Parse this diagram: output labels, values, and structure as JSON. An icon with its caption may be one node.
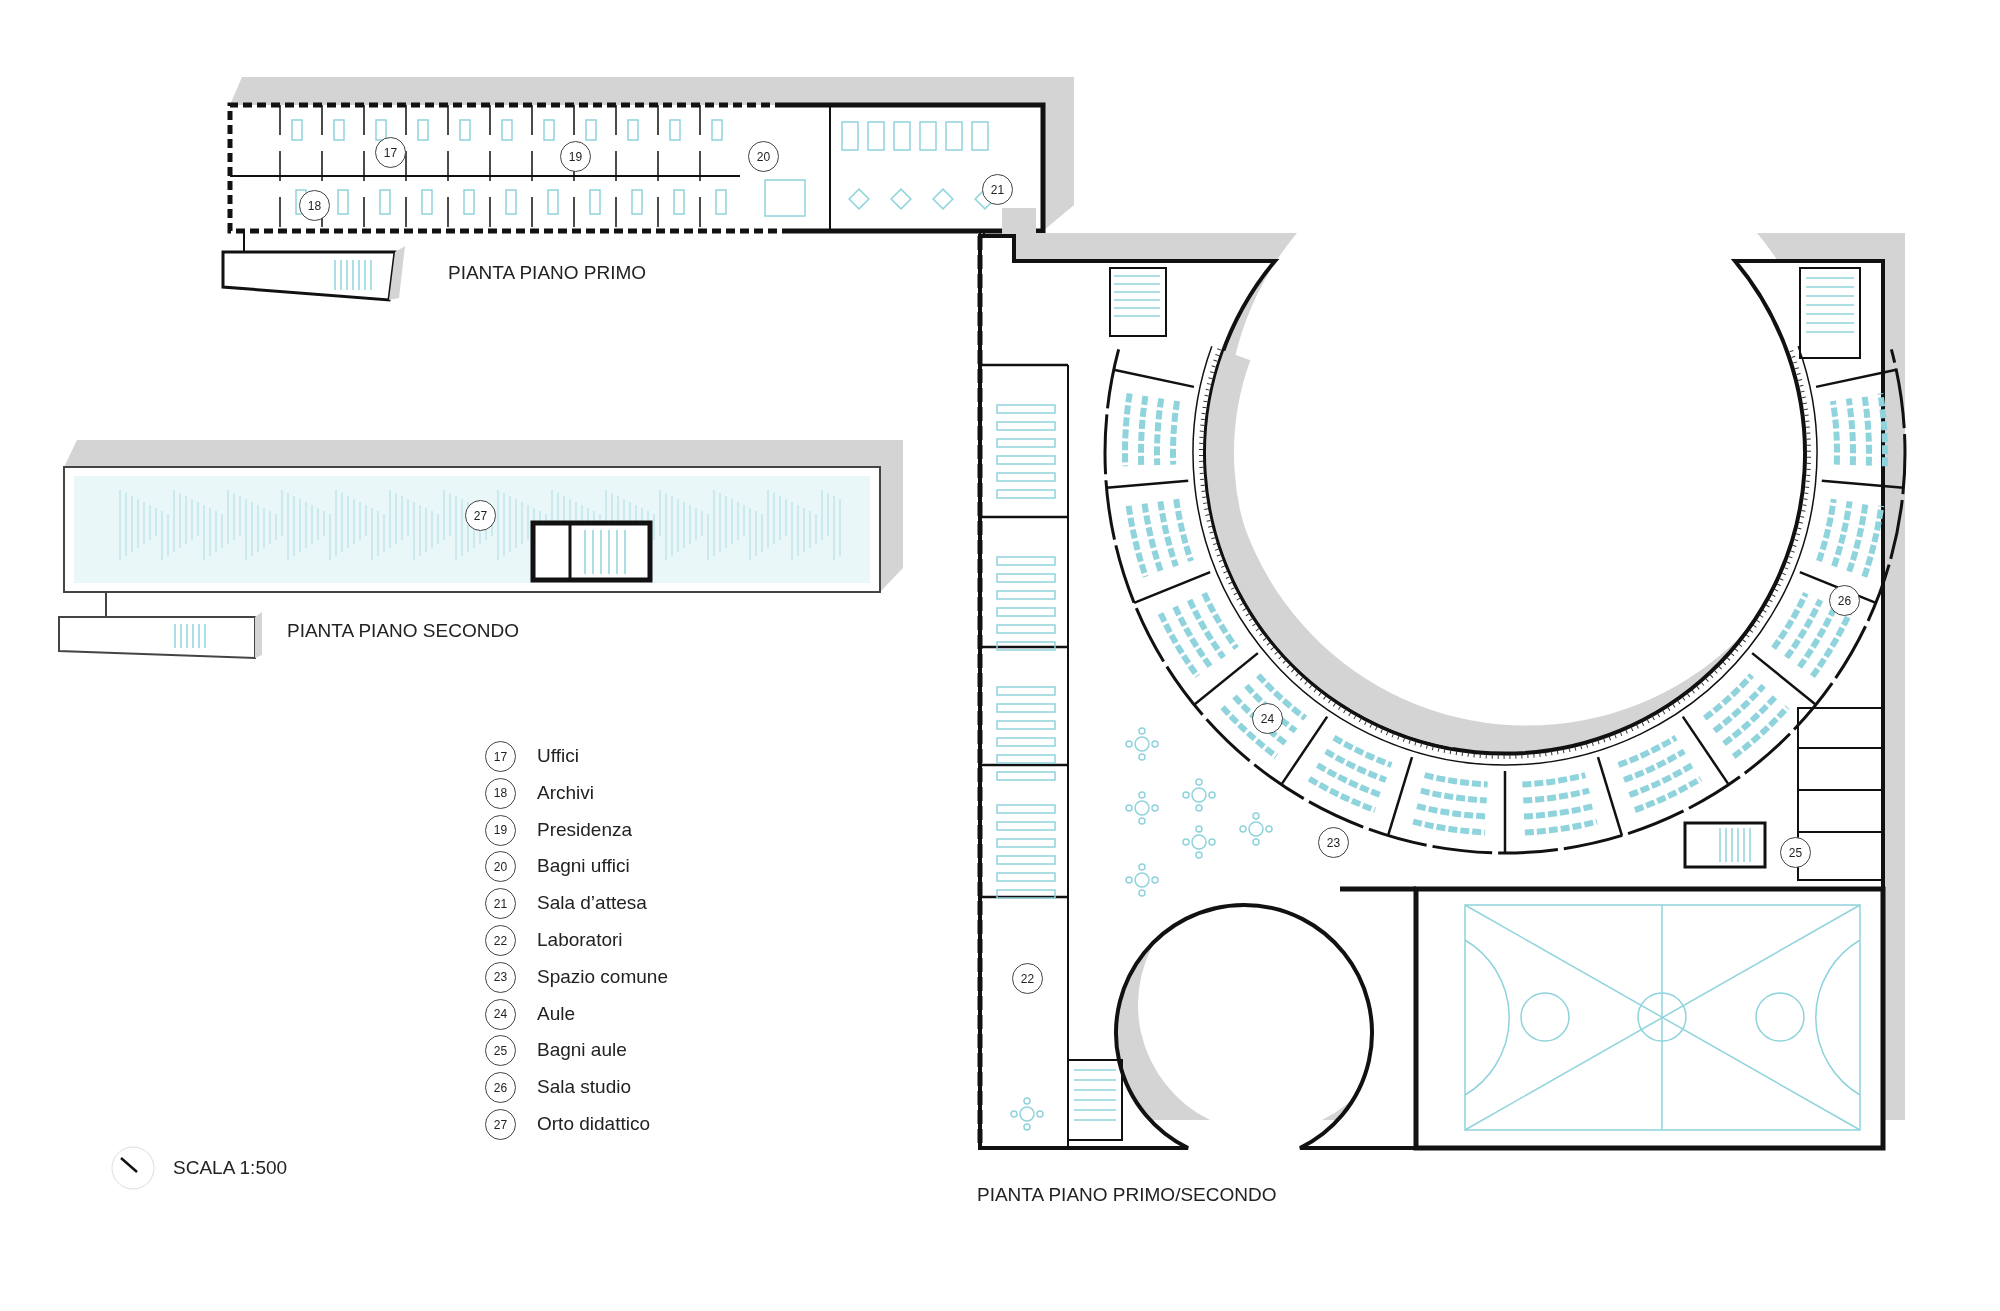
{
  "diagram": {
    "labels": [
      "17",
      "19",
      "20",
      "18",
      "21",
      "PIANTA PIANO PRIMO",
      "27",
      "PIANTA PIANO SECONDO",
      "26",
      "24",
      "23",
      "25",
      "22",
      "17",
      "Uffici",
      "18",
      "Archivi",
      "19",
      "Presidenza",
      "20",
      "Bagni uffici",
      "21",
      "Sala d’attesa",
      "22",
      "Laboratori",
      "23",
      "Spazio comune",
      "24",
      "Aule",
      "25",
      "Bagni aule",
      "26",
      "Sala studio",
      "27",
      "Orto didattico",
      "SCALA 1:500",
      "PIANTA PIANO PRIMO/SECONDO"
    ]
  }
}
